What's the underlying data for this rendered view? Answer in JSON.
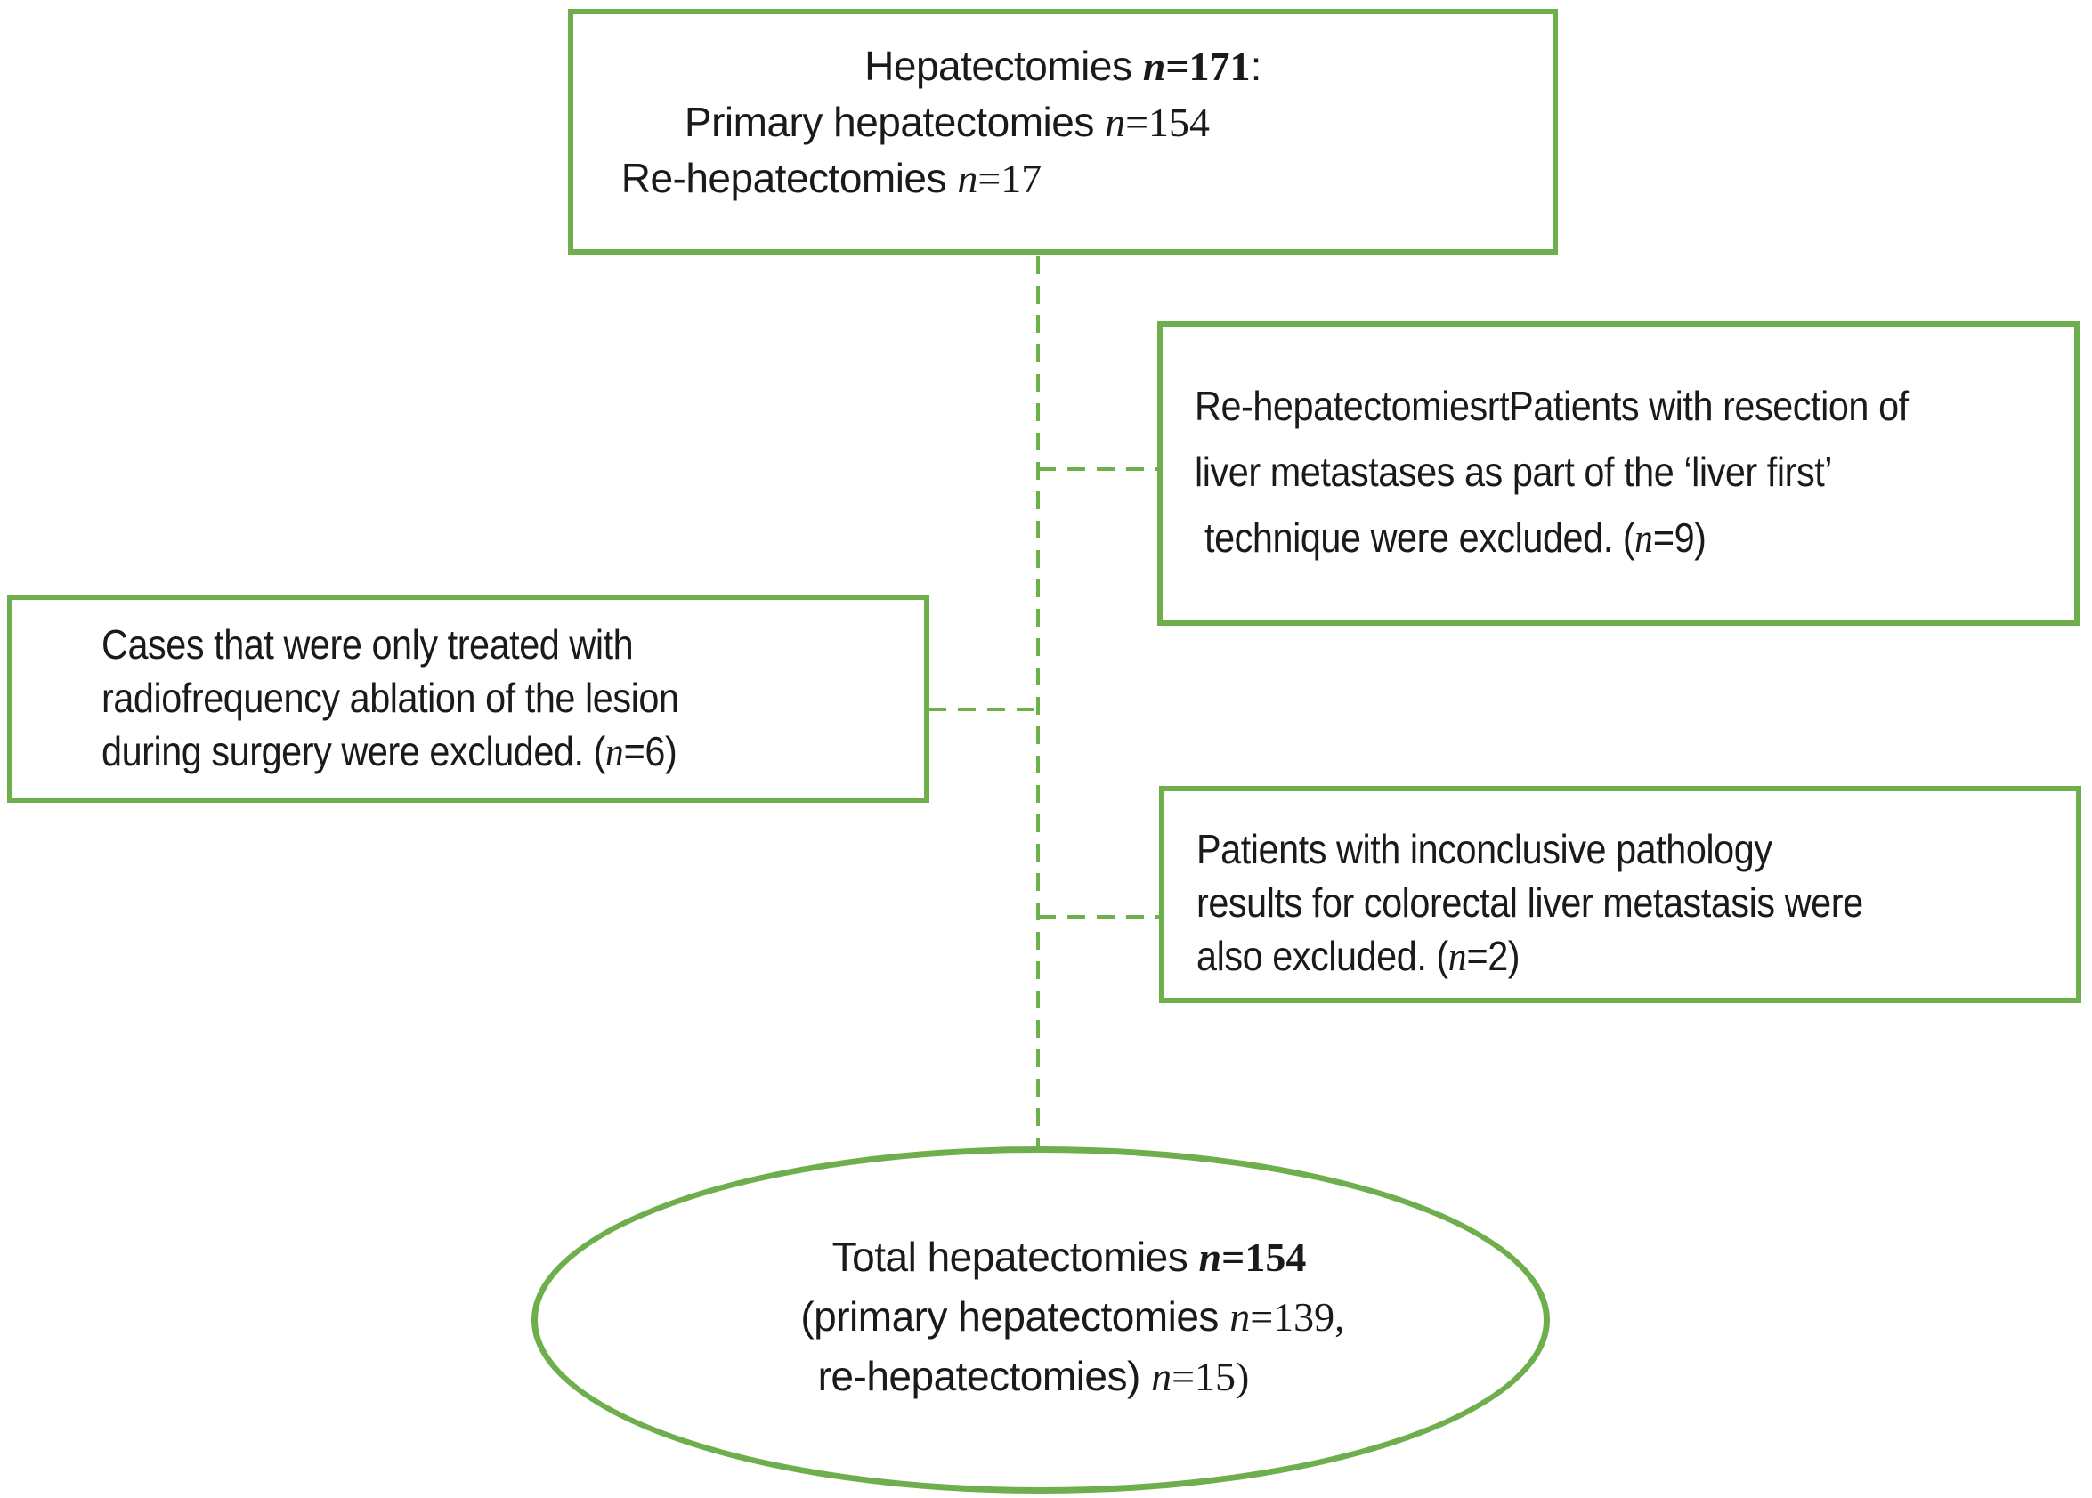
{
  "diagram": {
    "type": "patient-flow-diagram",
    "colors": {
      "box_border_green": "#6fae4c",
      "connector_green": "#6db14c",
      "text": "#1a1a1a",
      "background": "#ffffff"
    },
    "connector_style": "dashed"
  },
  "nodes": {
    "top_box": {
      "lines": [
        [
          {
            "t": "Hepatectomies ",
            "s": "sans"
          },
          {
            "t": "n",
            "s": "nib"
          },
          {
            "t": "=171",
            "s": "srb"
          },
          {
            "t": ":",
            "s": "sans"
          }
        ],
        [
          {
            "t": "Primary hepatectomies ",
            "s": "sans"
          },
          {
            "t": "n",
            "s": "ni"
          },
          {
            "t": "=154",
            "s": "sr"
          }
        ],
        [
          {
            "t": "Re-hepatectomies ",
            "s": "sans"
          },
          {
            "t": "n",
            "s": "ni"
          },
          {
            "t": "=17",
            "s": "sr"
          }
        ]
      ]
    },
    "right_box_1": {
      "lines": [
        [
          {
            "t": "Re-hepatectomiesrtPatients with resection of"
          }
        ],
        [
          {
            "t": "liver metastases as part of the ‘liver first’"
          }
        ],
        [
          {
            "t": " technique were excluded. ("
          },
          {
            "t": "n",
            "s": "ni"
          },
          {
            "t": "=9)"
          }
        ]
      ]
    },
    "left_box": {
      "lines": [
        [
          {
            "t": "Cases that were only treated with"
          }
        ],
        [
          {
            "t": "radiofrequency ablation of the lesion"
          }
        ],
        [
          {
            "t": "during surgery were excluded. ("
          },
          {
            "t": "n",
            "s": "ni"
          },
          {
            "t": "=6)"
          }
        ]
      ]
    },
    "right_box_2": {
      "lines": [
        [
          {
            "t": "Patients with inconclusive pathology"
          }
        ],
        [
          {
            "t": "results for colorectal liver metastasis were"
          }
        ],
        [
          {
            "t": "also excluded. ("
          },
          {
            "t": "n",
            "s": "ni"
          },
          {
            "t": "=2)"
          }
        ]
      ]
    },
    "total_ellipse": {
      "lines": [
        [
          {
            "t": "Total hepatectomies ",
            "s": "sans"
          },
          {
            "t": "n",
            "s": "nib"
          },
          {
            "t": "=154",
            "s": "srb"
          }
        ],
        [
          {
            "t": "(primary hepatectomies ",
            "s": "sans"
          },
          {
            "t": "n",
            "s": "ni"
          },
          {
            "t": "=139,",
            "s": "sr"
          }
        ],
        [
          {
            "t": "re-hepatectomies) ",
            "s": "sans"
          },
          {
            "t": "n",
            "s": "ni"
          },
          {
            "t": "=15)",
            "s": "sr"
          }
        ]
      ]
    }
  }
}
